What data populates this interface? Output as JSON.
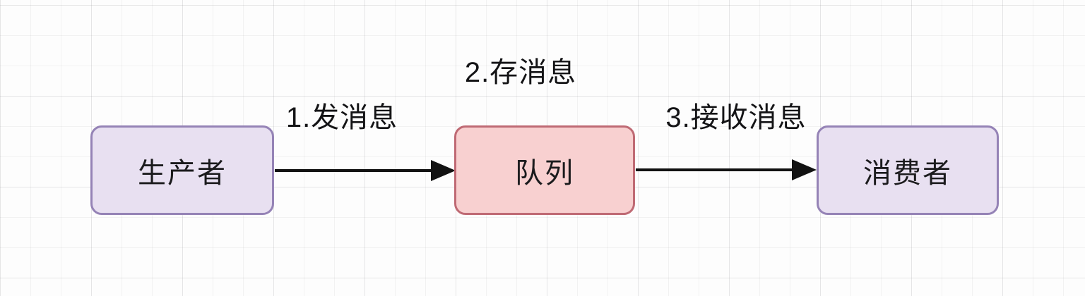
{
  "diagram": {
    "description": "Message queue flow diagram on grid paper background",
    "nodes": [
      {
        "id": "producer",
        "label": "生产者",
        "fill": "#e8e0f1",
        "border": "#9583b6"
      },
      {
        "id": "queue",
        "label": "队列",
        "fill": "#f8d0d0",
        "border": "#bf6a74"
      },
      {
        "id": "consumer",
        "label": "消费者",
        "fill": "#e8e0f1",
        "border": "#9583b6"
      }
    ],
    "steps": [
      {
        "order": 1,
        "label": "1.发消息",
        "from": "producer",
        "to": "queue"
      },
      {
        "order": 2,
        "label": "2.存消息",
        "at": "queue"
      },
      {
        "order": 3,
        "label": "3.接收消息",
        "from": "queue",
        "to": "consumer"
      }
    ],
    "colors": {
      "arrow": "#121212",
      "text": "#1b1b1d",
      "background": "#fdfdfd",
      "grid_line": "#ededee"
    }
  }
}
